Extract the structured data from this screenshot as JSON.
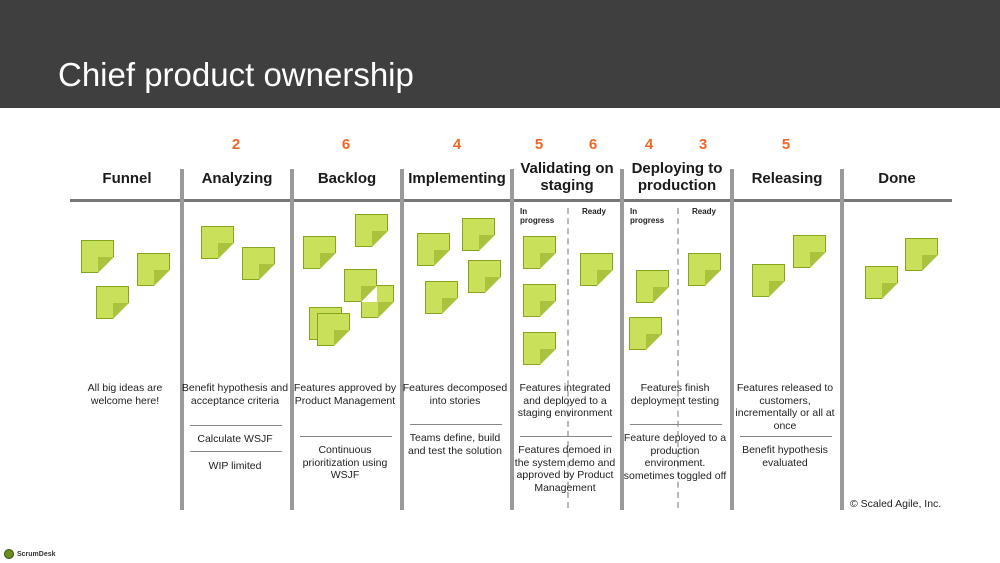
{
  "header": {
    "title": "Chief product ownership"
  },
  "columns": [
    {
      "title": "Funnel",
      "wip": "",
      "desc": [
        "All big ideas are welcome here!"
      ]
    },
    {
      "title": "Analyzing",
      "wip": "2",
      "desc": [
        "Benefit hypothesis and acceptance criteria",
        "Calculate WSJF",
        "WIP limited"
      ]
    },
    {
      "title": "Backlog",
      "wip": "6",
      "desc": [
        "Features approved by Product Management",
        "Continuous prioritization using WSJF"
      ]
    },
    {
      "title": "Implementing",
      "wip": "4",
      "desc": [
        "Features decomposed into stories",
        "Teams define, build and test the solution"
      ]
    },
    {
      "title": "Validating on staging",
      "wip_in_progress": "5",
      "wip_ready": "6",
      "sub_in_progress": "In progress",
      "sub_ready": "Ready",
      "desc": [
        "Features integrated and deployed to a staging environment",
        "Features demoed in the system demo and approved by Product Management"
      ]
    },
    {
      "title": "Deploying to production",
      "wip_in_progress": "4",
      "wip_ready": "3",
      "sub_in_progress": "In progress",
      "sub_ready": "Ready",
      "desc": [
        "Features finish deployment testing",
        "Feature deployed to a production environment. sometimes toggled off"
      ]
    },
    {
      "title": "Releasing",
      "wip": "5",
      "desc": [
        "Features released to customers, incrementally or all at once",
        "Benefit hypothesis evaluated"
      ]
    },
    {
      "title": "Done",
      "wip": "",
      "desc": []
    }
  ],
  "footer": {
    "copyright": "© Scaled Agile, Inc.",
    "logo_text": "ScrumDesk"
  },
  "colors": {
    "header_bg": "#3f3f3f",
    "wip": "#f26522",
    "note": "#c8e05a",
    "note_border": "#86a51f"
  }
}
